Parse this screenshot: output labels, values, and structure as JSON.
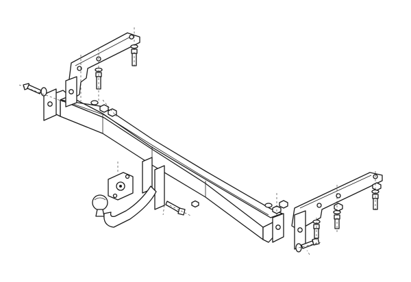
{
  "figure": {
    "subject": "towbar-exploded-assembly",
    "colors": {
      "line": "#1a1a1a",
      "background": "#ffffff"
    },
    "parts": [
      "crossbeam",
      "left-mounting-bracket",
      "right-mounting-bracket",
      "tow-ball",
      "ball-mount-neck",
      "socket-plate",
      "bolts",
      "washers",
      "nuts"
    ]
  }
}
